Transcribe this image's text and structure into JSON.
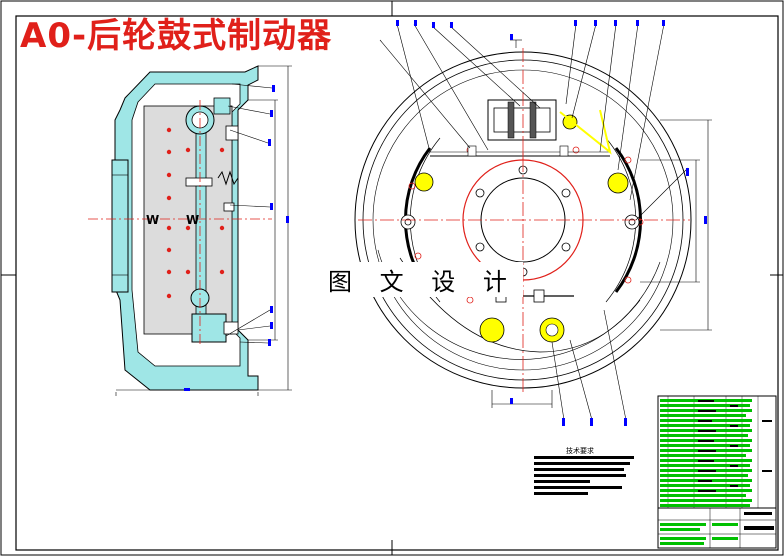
{
  "drawing": {
    "title": "A0-后轮鼓式制动器",
    "watermark": "图 文 设 计",
    "section_labels": [
      "W",
      "W"
    ],
    "notes_title": "技术要求",
    "colors": {
      "title": "#e0201a",
      "outline": "#000000",
      "hatch": "#00a0a0",
      "centerline": "#ff0000",
      "dimension": "#0000ff",
      "highlight": "#ffff00",
      "table_green": "#00c000"
    }
  }
}
